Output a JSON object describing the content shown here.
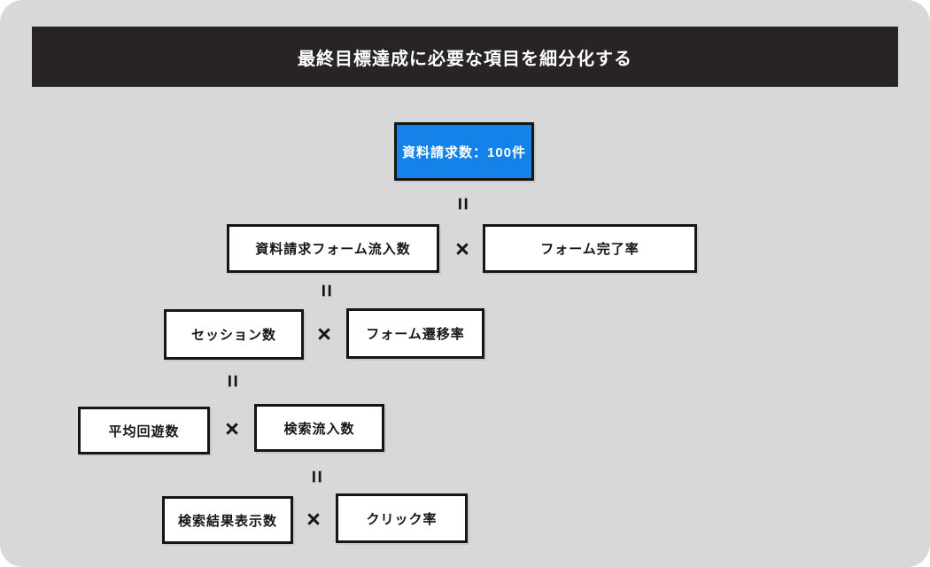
{
  "header": {
    "title": "最終目標達成に必要な項目を細分化する",
    "background_color": "#272327",
    "text_color": "#ffffff"
  },
  "diagram": {
    "goal": {
      "label": "資料請求数：100件",
      "fill_color": "#1482e9",
      "text_color": "#ffffff"
    },
    "operators": {
      "equals": "=",
      "multiply": "×"
    },
    "rows": [
      {
        "left": "資料請求フォーム流入数",
        "right": "フォーム完了率"
      },
      {
        "left": "セッション数",
        "right": "フォーム遷移率"
      },
      {
        "left": "平均回遊数",
        "right": "検索流入数"
      },
      {
        "left": "検索結果表示数",
        "right": "クリック率"
      }
    ],
    "canvas_background": "#d8d8d8",
    "box_border_color": "#161616"
  }
}
